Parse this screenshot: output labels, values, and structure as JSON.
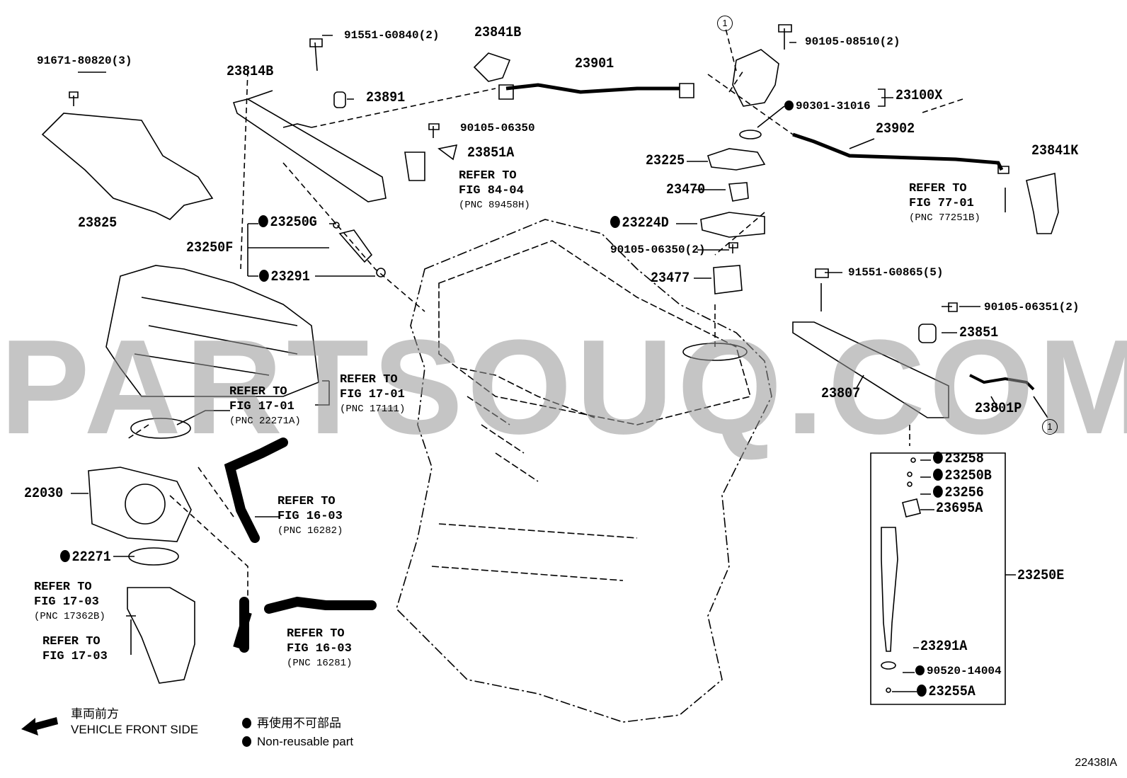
{
  "watermark": "PARTSOUQ.COM",
  "labels": {
    "p91671": "91671-80820(3)",
    "p23825": "23825",
    "p23814b": "23814B",
    "p91551a": "91551-G0840(2)",
    "p23891": "23891",
    "p23841b": "23841B",
    "p90105a": "90105-06350",
    "p23851a": "23851A",
    "p23901": "23901",
    "p90105b": "90105-08510(2)",
    "p23100x": "23100X",
    "p90301": "90301-31016",
    "p23902": "23902",
    "p23841k": "23841K",
    "p23225": "23225",
    "p23470": "23470",
    "p23224d": "23224D",
    "p90105c": "90105-06350(2)",
    "p23477": "23477",
    "p91551b": "91551-G0865(5)",
    "p90105d": "90105-06351(2)",
    "p23851": "23851",
    "p23807": "23807",
    "p23801p": "23801P",
    "p23250g": "23250G",
    "p23250f": "23250F",
    "p23291": "23291",
    "p22030": "22030",
    "p22271": "22271",
    "p23258": "23258",
    "p23250b": "23250B",
    "p23256": "23256",
    "p23695a": "23695A",
    "p23250e": "23250E",
    "p23291a": "23291A",
    "p90520": "90520-14004",
    "p23255a": "23255A",
    "circle1": "1"
  },
  "refs": [
    {
      "l1": "REFER TO",
      "l2": "FIG 84-04",
      "pnc": "(PNC 89458H)"
    },
    {
      "l1": "REFER TO",
      "l2": "FIG 77-01",
      "pnc": "(PNC 77251B)"
    },
    {
      "l1": "REFER TO",
      "l2": "FIG 17-01",
      "pnc": "(PNC 17111)"
    },
    {
      "l1": "REFER TO",
      "l2": "FIG 17-01",
      "pnc": "(PNC 22271A)"
    },
    {
      "l1": "REFER TO",
      "l2": "FIG 16-03",
      "pnc": "(PNC 16282)"
    },
    {
      "l1": "REFER TO",
      "l2": "FIG 17-03",
      "pnc": "(PNC 17362B)"
    },
    {
      "l1": "REFER TO",
      "l2": "FIG 17-03"
    },
    {
      "l1": "REFER TO",
      "l2": "FIG 16-03",
      "pnc": "(PNC 16281)"
    }
  ],
  "legend": {
    "front_jp": "車両前方",
    "front_en": "VEHICLE FRONT SIDE",
    "nonreuse_jp": "再使用不可部品",
    "nonreuse_en": "Non-reusable part"
  },
  "figure_code": "22438IA"
}
